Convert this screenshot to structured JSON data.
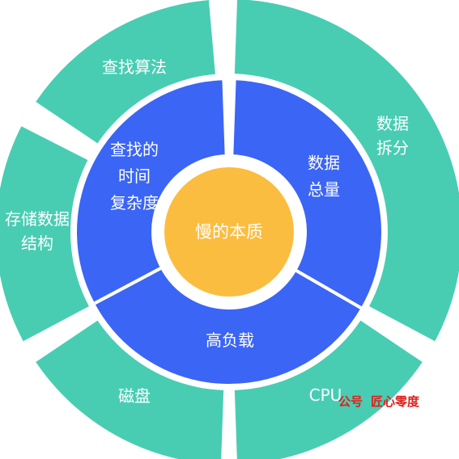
{
  "center": {
    "label": "慢的本质",
    "color": "#fbbd40"
  },
  "inner_ring": {
    "color": "#3b65f5",
    "segments": [
      {
        "lines": [
          "数据",
          "总量"
        ]
      },
      {
        "lines": [
          "高负载"
        ]
      },
      {
        "lines": [
          "查找的",
          "时间",
          "复杂度"
        ]
      }
    ]
  },
  "outer_ring": {
    "color": "#48cdb3",
    "segments": [
      {
        "lines": [
          "数据",
          "拆分"
        ]
      },
      {
        "lines": [
          "CPU"
        ]
      },
      {
        "lines": [
          "磁盘"
        ]
      },
      {
        "lines": [
          "存储数据",
          "结构"
        ]
      },
      {
        "lines": [
          "查找算法"
        ]
      }
    ]
  },
  "watermark": {
    "part1": "公号",
    "part2": "匠心零度",
    "color": "#e0201a"
  }
}
